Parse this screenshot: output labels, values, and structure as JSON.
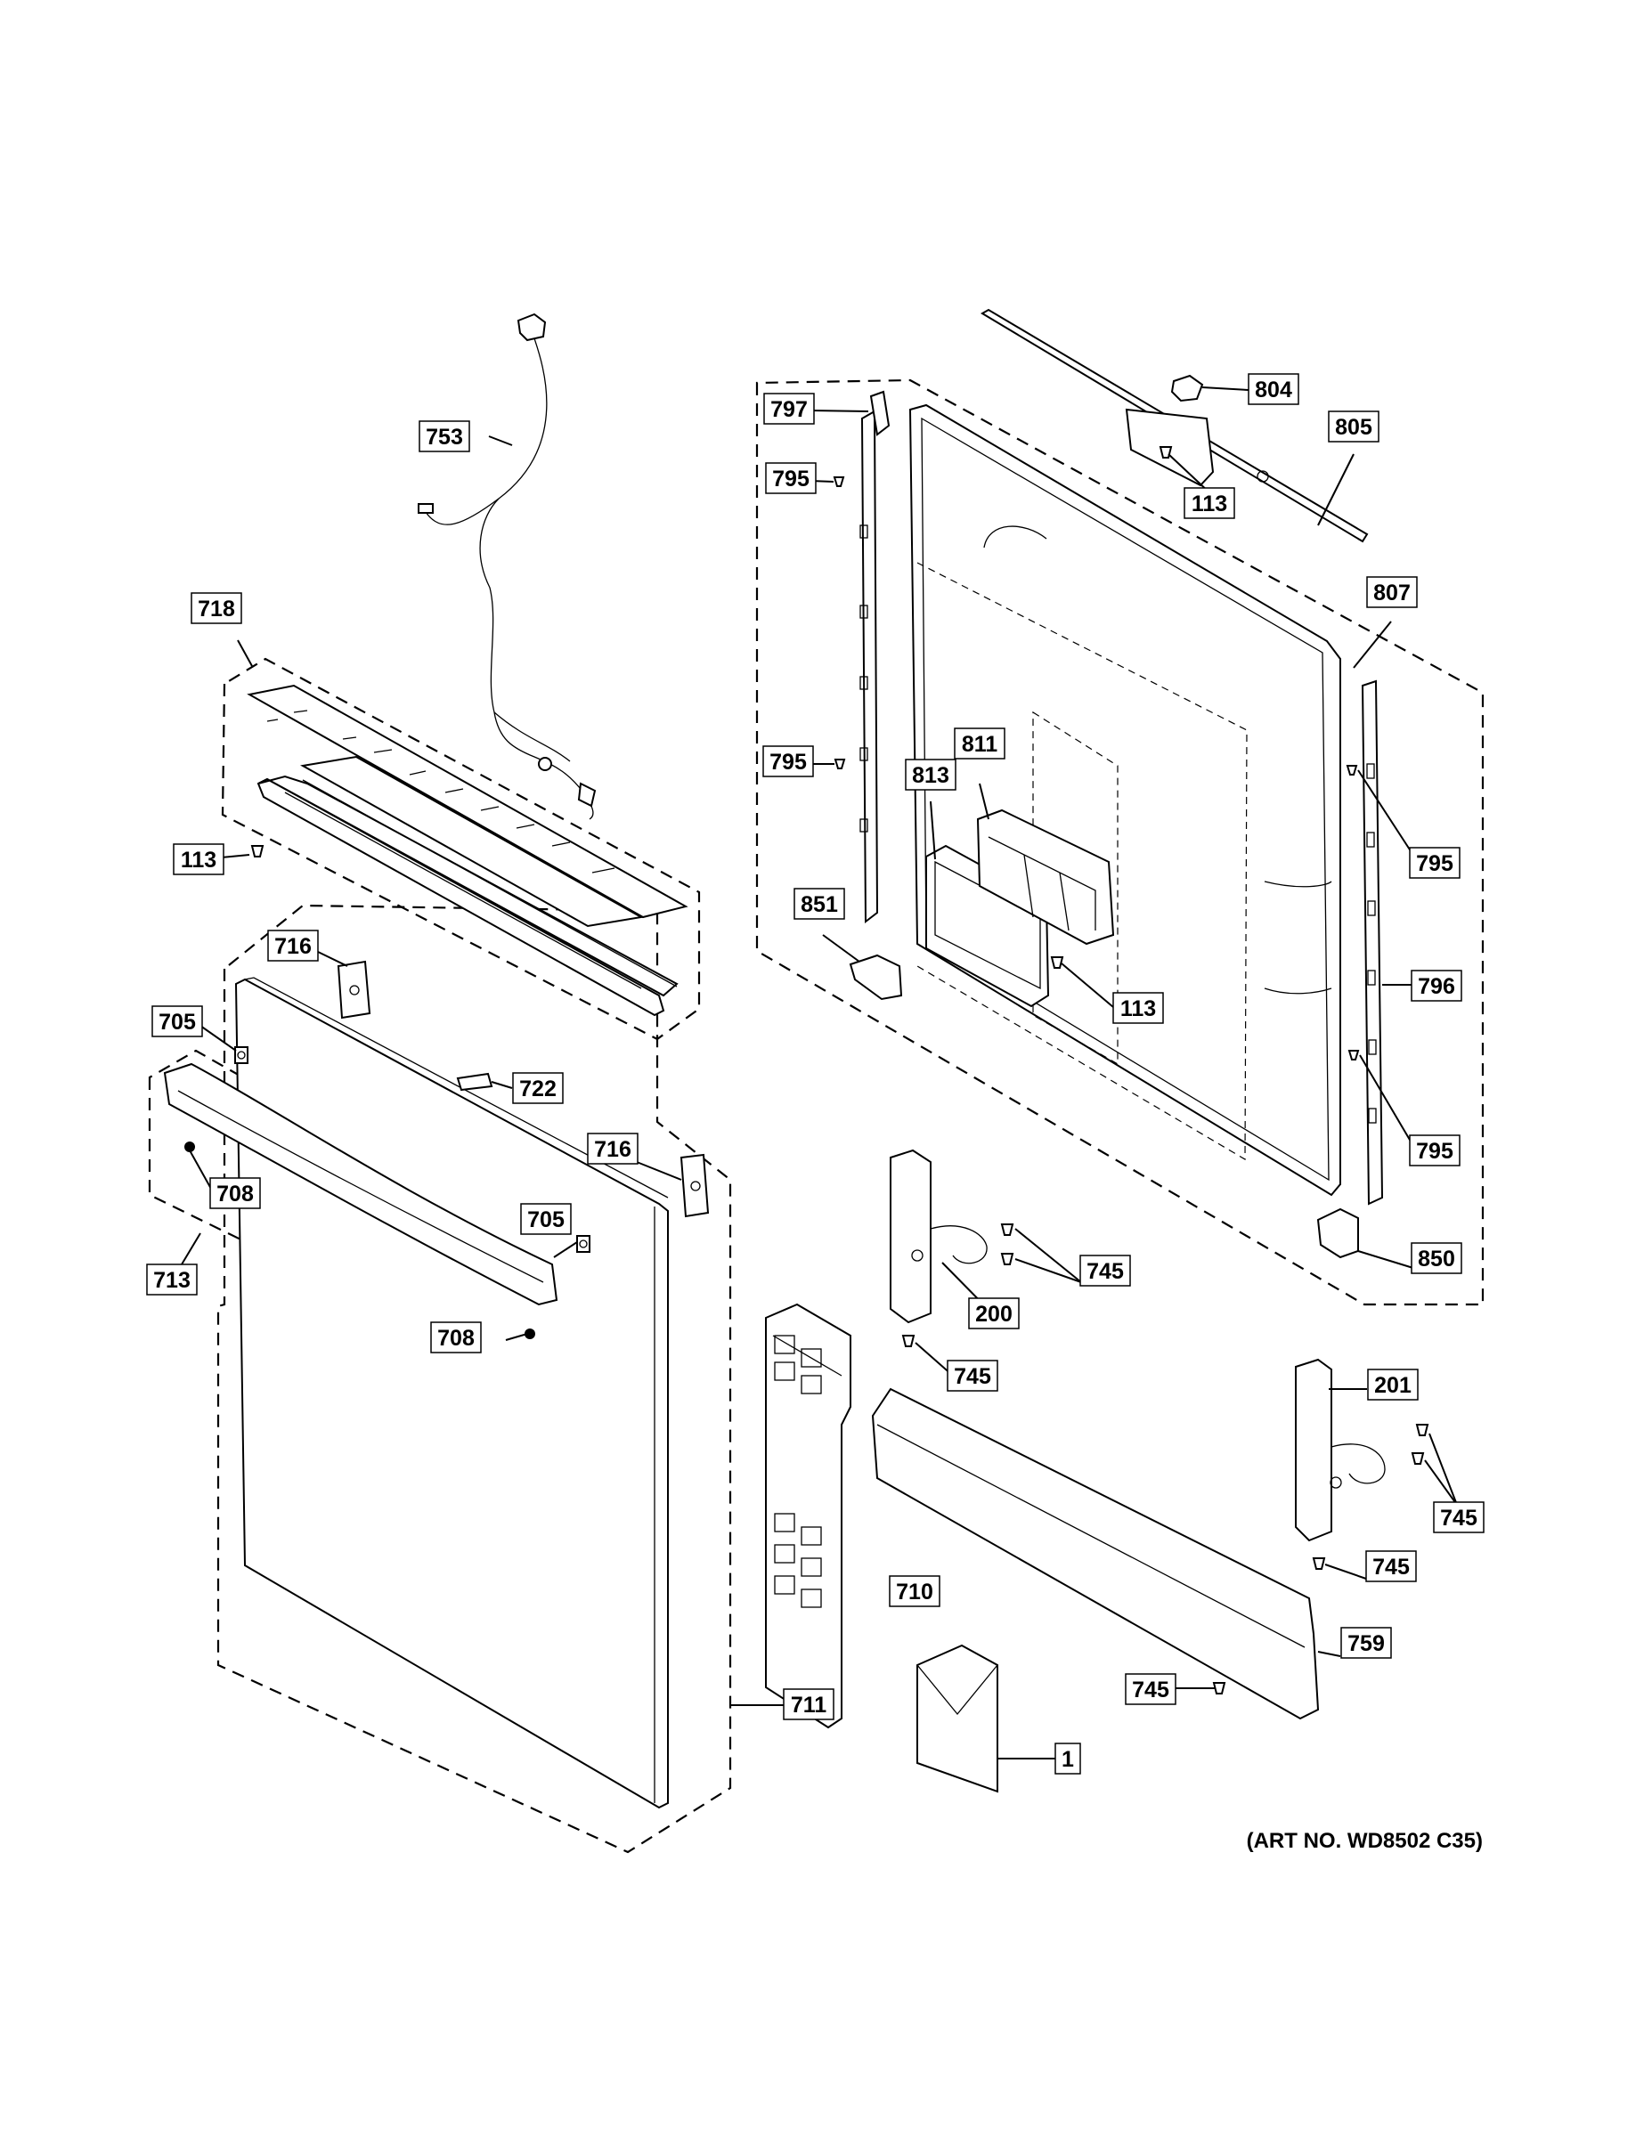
{
  "art_number": "(ART NO. WD8502 C35)",
  "callouts": [
    "753",
    "718",
    "113",
    "716",
    "705",
    "722",
    "708",
    "713",
    "716",
    "705",
    "708",
    "711",
    "797",
    "795",
    "795",
    "813",
    "811",
    "851",
    "113",
    "804",
    "805",
    "113",
    "807",
    "795",
    "796",
    "795",
    "850",
    "200",
    "745",
    "745",
    "201",
    "745",
    "745",
    "710",
    "759",
    "745",
    "1"
  ]
}
